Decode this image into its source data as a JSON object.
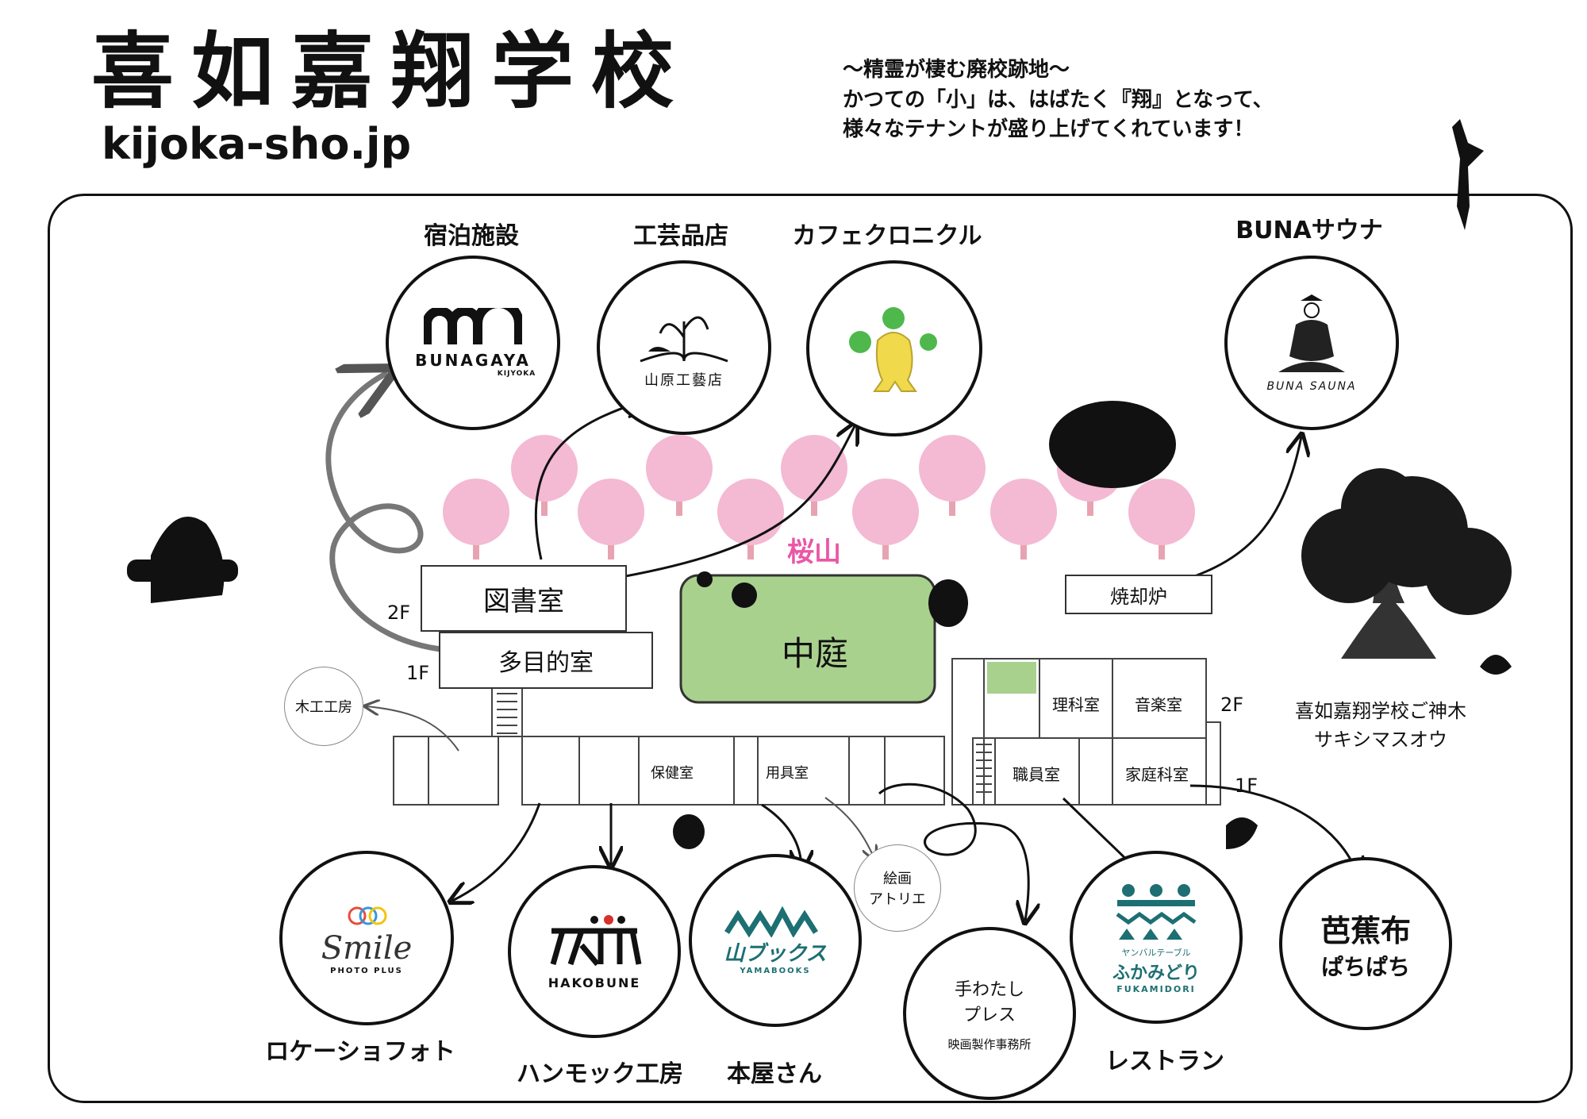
{
  "header": {
    "title": "喜如嘉翔学校",
    "url": "kijoka-sho.jp",
    "tagline": [
      "～精霊が棲む廃校跡地～",
      "かつての「小」は、はばたく『翔』となって、",
      "様々なテナントが盛り上げてくれています！"
    ]
  },
  "top_labels": {
    "lodging": "宿泊施設",
    "craft": "工芸品店",
    "cafe": "カフェクロニクル",
    "sauna": "BUNAサウナ"
  },
  "bottom_labels": {
    "photo": "ロケーショフォト",
    "hammock": "ハンモック工房",
    "books": "本屋さん",
    "restaurant": "レストラン"
  },
  "tenants": {
    "bunagaya": {
      "name": "BUNAGAYA",
      "sub": "KIJYOKA"
    },
    "yamahara": {
      "name": "山原工藝店"
    },
    "bunasauna": {
      "name": "BUNA SAUNA"
    },
    "smile": {
      "name": "Smile",
      "sub": "PHOTO PLUS"
    },
    "hakobune": {
      "name": "HAKOBUNE"
    },
    "yamabooks": {
      "name": "山ブックス",
      "sub": "YAMABOOKS"
    },
    "tewatashi": {
      "line1": "手わたし",
      "line2": "プレス",
      "sub": "映画製作事務所"
    },
    "fukamidori": {
      "top": "ヤンバルテーブル",
      "name": "ふかみどり",
      "sub": "FUKAMIDORI"
    },
    "bashofu": {
      "line1": "芭蕉布",
      "line2": "ぱちぱち"
    }
  },
  "places": {
    "sakurayama": "桜山",
    "courtyard": "中庭",
    "library": "図書室",
    "multipurpose": "多目的室",
    "incinerator": "焼却炉",
    "woodshop": "木工工房",
    "art_atelier": [
      "絵画",
      "アトリエ"
    ],
    "infirmary": "保健室",
    "equipment": "用具室",
    "science": "理科室",
    "music": "音楽室",
    "staff": "職員室",
    "home_ec": "家庭科室"
  },
  "floors": {
    "f2": "2F",
    "f1": "1F"
  },
  "sacred_tree": [
    "喜如嘉翔学校ご神木",
    "サキシマスオウ"
  ],
  "colors": {
    "ink": "#111111",
    "sakura": "#f4b9d3",
    "sakura_trunk": "#e7a3b1",
    "sakura_label": "#e957a6",
    "courtyard": "#a9d18e",
    "teal": "#1d6f73",
    "red": "#d8302a",
    "yellow": "#f0d94a",
    "green": "#4eb84d"
  }
}
